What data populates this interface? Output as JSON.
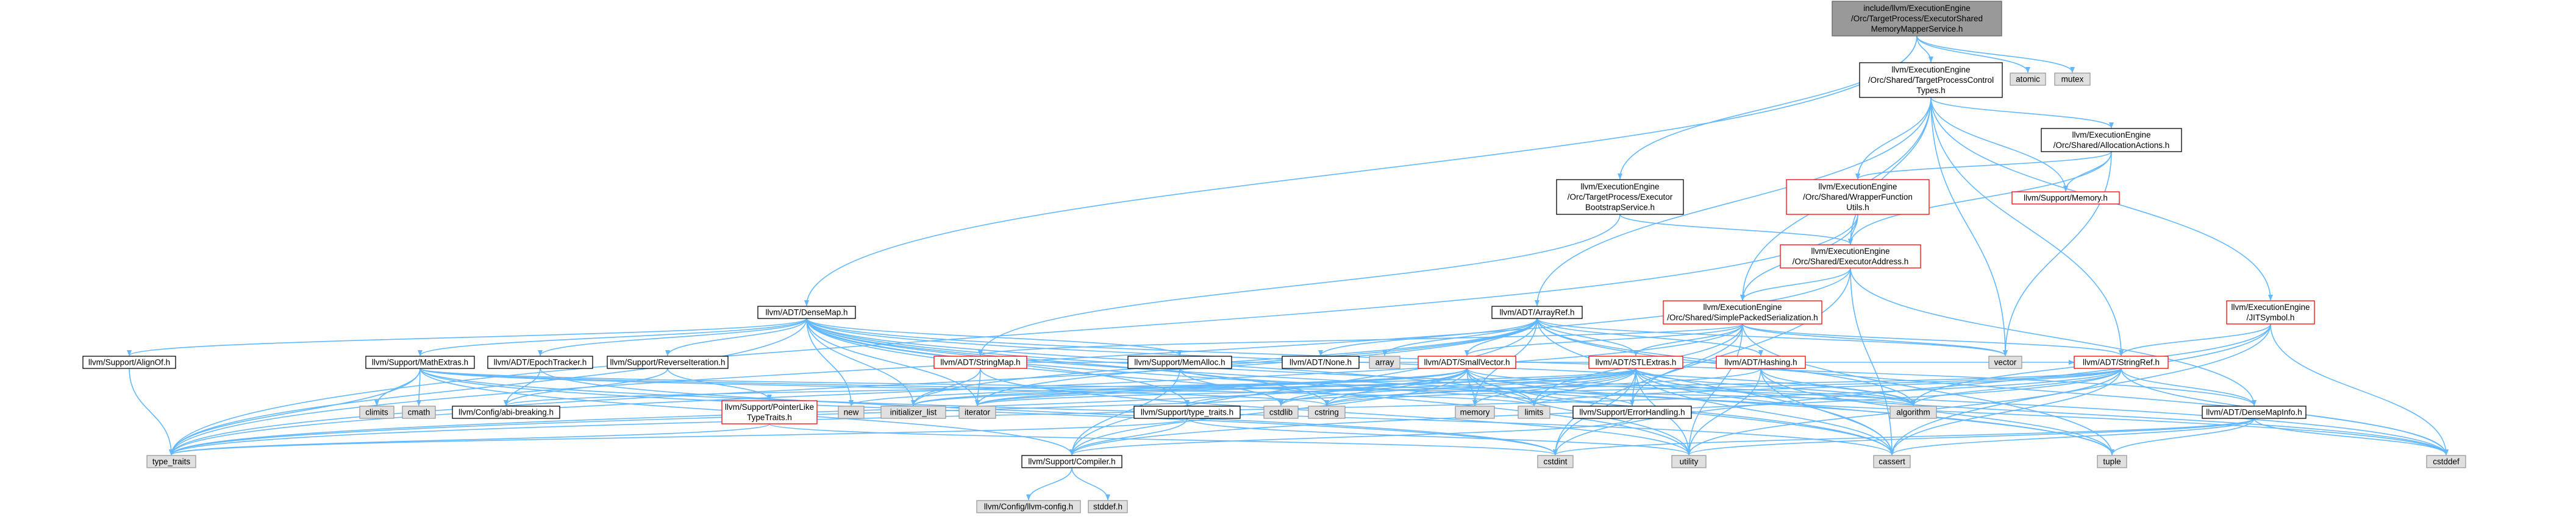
{
  "graph": {
    "title": "",
    "colors": {
      "edge": "#63b8ff",
      "root_fill": "#999999",
      "root_stroke": "#666666",
      "normal_fill": "#ffffff",
      "normal_stroke": "#000000",
      "truncated_stroke": "#ff0000",
      "system_fill": "#e0e0e0",
      "system_stroke": "#999999"
    },
    "nodes": [
      {
        "id": "root",
        "kind": "root",
        "lines": [
          "include/llvm/ExecutionEngine",
          "/Orc/TargetProcess/ExecutorShared",
          "MemoryMapperService.h"
        ]
      },
      {
        "id": "atomic",
        "kind": "system",
        "lines": [
          "atomic"
        ]
      },
      {
        "id": "mutex",
        "kind": "system",
        "lines": [
          "mutex"
        ]
      },
      {
        "id": "tpct",
        "kind": "normal",
        "lines": [
          "llvm/ExecutionEngine",
          "/Orc/Shared/TargetProcessControl",
          "Types.h"
        ]
      },
      {
        "id": "allocact",
        "kind": "normal",
        "lines": [
          "llvm/ExecutionEngine",
          "/Orc/Shared/AllocationActions.h"
        ]
      },
      {
        "id": "wrapperfn",
        "kind": "truncated",
        "lines": [
          "llvm/ExecutionEngine",
          "/Orc/Shared/WrapperFunction",
          "Utils.h"
        ]
      },
      {
        "id": "supmemory",
        "kind": "truncated",
        "lines": [
          "llvm/Support/Memory.h"
        ]
      },
      {
        "id": "bootstrap",
        "kind": "normal",
        "lines": [
          "llvm/ExecutionEngine",
          "/Orc/TargetProcess/Executor",
          "BootstrapService.h"
        ]
      },
      {
        "id": "execaddr",
        "kind": "truncated",
        "lines": [
          "llvm/ExecutionEngine",
          "/Orc/Shared/ExecutorAddress.h"
        ]
      },
      {
        "id": "jitsymbol",
        "kind": "truncated",
        "lines": [
          "llvm/ExecutionEngine",
          "/JITSymbol.h"
        ]
      },
      {
        "id": "densemap",
        "kind": "normal",
        "lines": [
          "llvm/ADT/DenseMap.h"
        ]
      },
      {
        "id": "arrayref",
        "kind": "normal",
        "lines": [
          "llvm/ADT/ArrayRef.h"
        ]
      },
      {
        "id": "simplepacked",
        "kind": "truncated",
        "lines": [
          "llvm/ExecutionEngine",
          "/Orc/Shared/SimplePackedSerialization.h"
        ]
      },
      {
        "id": "alignof",
        "kind": "normal",
        "lines": [
          "llvm/Support/AlignOf.h"
        ]
      },
      {
        "id": "mathextras",
        "kind": "normal",
        "lines": [
          "llvm/Support/MathExtras.h"
        ]
      },
      {
        "id": "epochtracker",
        "kind": "normal",
        "lines": [
          "llvm/ADT/EpochTracker.h"
        ]
      },
      {
        "id": "reverseiter",
        "kind": "normal",
        "lines": [
          "llvm/Support/ReverseIteration.h"
        ]
      },
      {
        "id": "stringmap",
        "kind": "truncated",
        "lines": [
          "llvm/ADT/StringMap.h"
        ]
      },
      {
        "id": "memalloc",
        "kind": "normal",
        "lines": [
          "llvm/Support/MemAlloc.h"
        ]
      },
      {
        "id": "none",
        "kind": "normal",
        "lines": [
          "llvm/ADT/None.h"
        ]
      },
      {
        "id": "array",
        "kind": "system",
        "lines": [
          "array"
        ]
      },
      {
        "id": "smallvector",
        "kind": "truncated",
        "lines": [
          "llvm/ADT/SmallVector.h"
        ]
      },
      {
        "id": "stlextras",
        "kind": "truncated",
        "lines": [
          "llvm/ADT/STLExtras.h"
        ]
      },
      {
        "id": "hashing",
        "kind": "truncated",
        "lines": [
          "llvm/ADT/Hashing.h"
        ]
      },
      {
        "id": "vector",
        "kind": "system",
        "lines": [
          "vector"
        ]
      },
      {
        "id": "stringref",
        "kind": "truncated",
        "lines": [
          "llvm/ADT/StringRef.h"
        ]
      },
      {
        "id": "climits",
        "kind": "system",
        "lines": [
          "climits"
        ]
      },
      {
        "id": "cmath",
        "kind": "system",
        "lines": [
          "cmath"
        ]
      },
      {
        "id": "abibreaking",
        "kind": "normal",
        "lines": [
          "llvm/Config/abi-breaking.h"
        ]
      },
      {
        "id": "pointerlike",
        "kind": "truncated",
        "lines": [
          "llvm/Support/PointerLike",
          "TypeTraits.h"
        ]
      },
      {
        "id": "new",
        "kind": "system",
        "lines": [
          "new"
        ]
      },
      {
        "id": "initlist",
        "kind": "system",
        "lines": [
          "initializer_list"
        ]
      },
      {
        "id": "iterator",
        "kind": "system",
        "lines": [
          "iterator"
        ]
      },
      {
        "id": "typetraits_h",
        "kind": "normal",
        "lines": [
          "llvm/Support/type_traits.h"
        ]
      },
      {
        "id": "cstdlib",
        "kind": "system",
        "lines": [
          "cstdlib"
        ]
      },
      {
        "id": "cstring",
        "kind": "system",
        "lines": [
          "cstring"
        ]
      },
      {
        "id": "memory",
        "kind": "system",
        "lines": [
          "memory"
        ]
      },
      {
        "id": "limits",
        "kind": "system",
        "lines": [
          "limits"
        ]
      },
      {
        "id": "errorhandling",
        "kind": "normal",
        "lines": [
          "llvm/Support/ErrorHandling.h"
        ]
      },
      {
        "id": "algorithm",
        "kind": "system",
        "lines": [
          "algorithm"
        ]
      },
      {
        "id": "densemapinfo",
        "kind": "normal",
        "lines": [
          "llvm/ADT/DenseMapInfo.h"
        ]
      },
      {
        "id": "typetraits",
        "kind": "system",
        "lines": [
          "type_traits"
        ]
      },
      {
        "id": "compiler",
        "kind": "normal",
        "lines": [
          "llvm/Support/Compiler.h"
        ]
      },
      {
        "id": "cstdint",
        "kind": "system",
        "lines": [
          "cstdint"
        ]
      },
      {
        "id": "utility",
        "kind": "system",
        "lines": [
          "utility"
        ]
      },
      {
        "id": "cassert",
        "kind": "system",
        "lines": [
          "cassert"
        ]
      },
      {
        "id": "tuple",
        "kind": "system",
        "lines": [
          "tuple"
        ]
      },
      {
        "id": "cstddef",
        "kind": "system",
        "lines": [
          "cstddef"
        ]
      },
      {
        "id": "llvmconfig",
        "kind": "system",
        "lines": [
          "llvm/Config/llvm-config.h"
        ]
      },
      {
        "id": "stddef",
        "kind": "system",
        "lines": [
          "stddef.h"
        ]
      }
    ],
    "edges": [
      [
        "root",
        "atomic"
      ],
      [
        "root",
        "mutex"
      ],
      [
        "root",
        "tpct"
      ],
      [
        "root",
        "bootstrap"
      ],
      [
        "root",
        "densemap"
      ],
      [
        "tpct",
        "allocact"
      ],
      [
        "tpct",
        "wrapperfn"
      ],
      [
        "tpct",
        "supmemory"
      ],
      [
        "tpct",
        "execaddr"
      ],
      [
        "tpct",
        "simplepacked"
      ],
      [
        "tpct",
        "jitsymbol"
      ],
      [
        "tpct",
        "arrayref"
      ],
      [
        "tpct",
        "vector"
      ],
      [
        "tpct",
        "stringref"
      ],
      [
        "allocact",
        "wrapperfn"
      ],
      [
        "allocact",
        "supmemory"
      ],
      [
        "allocact",
        "execaddr"
      ],
      [
        "allocact",
        "vector"
      ],
      [
        "wrapperfn",
        "execaddr"
      ],
      [
        "wrapperfn",
        "simplepacked"
      ],
      [
        "wrapperfn",
        "typetraits"
      ],
      [
        "bootstrap",
        "execaddr"
      ],
      [
        "bootstrap",
        "stringmap"
      ],
      [
        "execaddr",
        "simplepacked"
      ],
      [
        "execaddr",
        "densemapinfo"
      ],
      [
        "execaddr",
        "cassert"
      ],
      [
        "execaddr",
        "typetraits"
      ],
      [
        "execaddr",
        "cstdint"
      ],
      [
        "jitsymbol",
        "stringref"
      ],
      [
        "jitsymbol",
        "cstdint"
      ],
      [
        "jitsymbol",
        "cstddef"
      ],
      [
        "jitsymbol",
        "cassert"
      ],
      [
        "jitsymbol",
        "algorithm"
      ],
      [
        "densemap",
        "alignof"
      ],
      [
        "densemap",
        "mathextras"
      ],
      [
        "densemap",
        "epochtracker"
      ],
      [
        "densemap",
        "reverseiter"
      ],
      [
        "densemap",
        "memalloc"
      ],
      [
        "densemap",
        "densemapinfo"
      ],
      [
        "densemap",
        "typetraits_h"
      ],
      [
        "densemap",
        "initlist"
      ],
      [
        "densemap",
        "iterator"
      ],
      [
        "densemap",
        "new"
      ],
      [
        "densemap",
        "algorithm"
      ],
      [
        "densemap",
        "cassert"
      ],
      [
        "densemap",
        "cstddef"
      ],
      [
        "densemap",
        "cstring"
      ],
      [
        "densemap",
        "limits"
      ],
      [
        "densemap",
        "tuple"
      ],
      [
        "densemap",
        "typetraits"
      ],
      [
        "densemap",
        "utility"
      ],
      [
        "arrayref",
        "none"
      ],
      [
        "arrayref",
        "smallvector"
      ],
      [
        "arrayref",
        "stlextras"
      ],
      [
        "arrayref",
        "hashing"
      ],
      [
        "arrayref",
        "compiler"
      ],
      [
        "arrayref",
        "algorithm"
      ],
      [
        "arrayref",
        "array"
      ],
      [
        "arrayref",
        "cassert"
      ],
      [
        "arrayref",
        "cstddef"
      ],
      [
        "arrayref",
        "initlist"
      ],
      [
        "arrayref",
        "iterator"
      ],
      [
        "arrayref",
        "memory"
      ],
      [
        "arrayref",
        "typetraits"
      ],
      [
        "arrayref",
        "vector"
      ],
      [
        "simplepacked",
        "stringmap"
      ],
      [
        "simplepacked",
        "stringref"
      ],
      [
        "simplepacked",
        "smallvector"
      ],
      [
        "simplepacked",
        "stlextras"
      ],
      [
        "simplepacked",
        "errorhandling"
      ],
      [
        "simplepacked",
        "limits"
      ],
      [
        "simplepacked",
        "string"
      ],
      [
        "simplepacked",
        "tuple"
      ],
      [
        "simplepacked",
        "typetraits"
      ],
      [
        "simplepacked",
        "utility"
      ],
      [
        "simplepacked",
        "vector"
      ],
      [
        "alignof",
        "typetraits"
      ],
      [
        "mathextras",
        "compiler"
      ],
      [
        "mathextras",
        "climits"
      ],
      [
        "mathextras",
        "cmath"
      ],
      [
        "mathextras",
        "cstdint"
      ],
      [
        "mathextras",
        "cstring"
      ],
      [
        "mathextras",
        "limits"
      ],
      [
        "mathextras",
        "typetraits"
      ],
      [
        "mathextras",
        "cassert"
      ],
      [
        "mathextras",
        "algorithm"
      ],
      [
        "epochtracker",
        "abibreaking"
      ],
      [
        "epochtracker",
        "cstdint"
      ],
      [
        "reverseiter",
        "abibreaking"
      ],
      [
        "reverseiter",
        "pointerlike"
      ],
      [
        "stringmap",
        "iterator"
      ],
      [
        "stringmap",
        "initlist"
      ],
      [
        "stringmap",
        "utility"
      ],
      [
        "stringmap",
        "stringref"
      ],
      [
        "memalloc",
        "compiler"
      ],
      [
        "memalloc",
        "errorhandling"
      ],
      [
        "memalloc",
        "cstdlib"
      ],
      [
        "pointerlike",
        "typetraits"
      ],
      [
        "pointerlike",
        "cstdint"
      ],
      [
        "typetraits_h",
        "compiler"
      ],
      [
        "typetraits_h",
        "typetraits"
      ],
      [
        "typetraits_h",
        "utility"
      ],
      [
        "smallvector",
        "compiler"
      ],
      [
        "smallvector",
        "algorithm"
      ],
      [
        "smallvector",
        "cassert"
      ],
      [
        "smallvector",
        "cstddef"
      ],
      [
        "smallvector",
        "cstdlib"
      ],
      [
        "smallvector",
        "cstring"
      ],
      [
        "smallvector",
        "functional"
      ],
      [
        "smallvector",
        "initlist"
      ],
      [
        "smallvector",
        "iterator"
      ],
      [
        "smallvector",
        "limits"
      ],
      [
        "smallvector",
        "memory"
      ],
      [
        "smallvector",
        "new"
      ],
      [
        "smallvector",
        "typetraits"
      ],
      [
        "smallvector",
        "utility"
      ],
      [
        "stlextras",
        "abibreaking"
      ],
      [
        "stlextras",
        "errorhandling"
      ],
      [
        "stlextras",
        "typetraits_h"
      ],
      [
        "stlextras",
        "algorithm"
      ],
      [
        "stlextras",
        "cassert"
      ],
      [
        "stlextras",
        "cstddef"
      ],
      [
        "stlextras",
        "cstdint"
      ],
      [
        "stlextras",
        "cstdlib"
      ],
      [
        "stlextras",
        "iterator"
      ],
      [
        "stlextras",
        "limits"
      ],
      [
        "stlextras",
        "memory"
      ],
      [
        "stlextras",
        "tuple"
      ],
      [
        "stlextras",
        "typetraits"
      ],
      [
        "stlextras",
        "utility"
      ],
      [
        "stlextras",
        "initlist"
      ],
      [
        "hashing",
        "algorithm"
      ],
      [
        "hashing",
        "cassert"
      ],
      [
        "hashing",
        "cstring"
      ],
      [
        "hashing",
        "tuple"
      ],
      [
        "hashing",
        "utility"
      ],
      [
        "stringref",
        "densemapinfo"
      ],
      [
        "stringref",
        "compiler"
      ],
      [
        "stringref",
        "algorithm"
      ],
      [
        "stringref",
        "cassert"
      ],
      [
        "stringref",
        "cstddef"
      ],
      [
        "stringref",
        "cstring"
      ],
      [
        "stringref",
        "limits"
      ],
      [
        "stringref",
        "typetraits"
      ],
      [
        "stringref",
        "utility"
      ],
      [
        "stringref",
        "iterator"
      ],
      [
        "errorhandling",
        "compiler"
      ],
      [
        "densemapinfo",
        "cassert"
      ],
      [
        "densemapinfo",
        "cstddef"
      ],
      [
        "densemapinfo",
        "cstdint"
      ],
      [
        "densemapinfo",
        "tuple"
      ],
      [
        "densemapinfo",
        "utility"
      ],
      [
        "compiler",
        "llvmconfig"
      ],
      [
        "compiler",
        "stddef"
      ]
    ]
  }
}
